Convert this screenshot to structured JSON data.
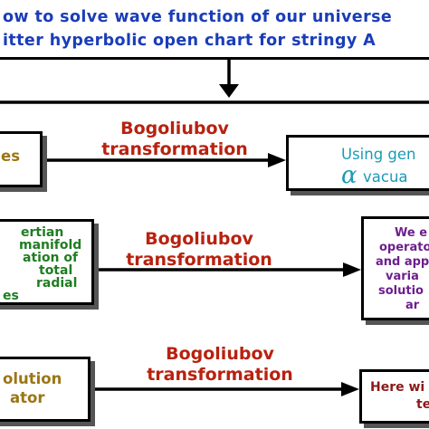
{
  "title": {
    "line1": "ow to solve wave function of our universe",
    "line2": "itter hyperbolic open chart for stringy A"
  },
  "rows": [
    {
      "edge_label": [
        "Bogoliubov",
        "transformation"
      ],
      "left_lines": [
        "es"
      ],
      "right_lines": [
        "Using gen",
        "vacua"
      ],
      "right_symbol": "α"
    },
    {
      "edge_label": [
        "Bogoliubov",
        "transformation"
      ],
      "left_lines": [
        "ertian",
        "manifold",
        "ation of",
        "total",
        "radial",
        "es"
      ],
      "right_lines": [
        "We e",
        "operato",
        "and app",
        "varia",
        "solutio",
        "ar"
      ]
    },
    {
      "edge_label": [
        "Bogoliubov",
        "transformation"
      ],
      "left_lines": [
        "olution",
        "ator"
      ],
      "right_lines": [
        "Here wi",
        "te"
      ]
    }
  ]
}
